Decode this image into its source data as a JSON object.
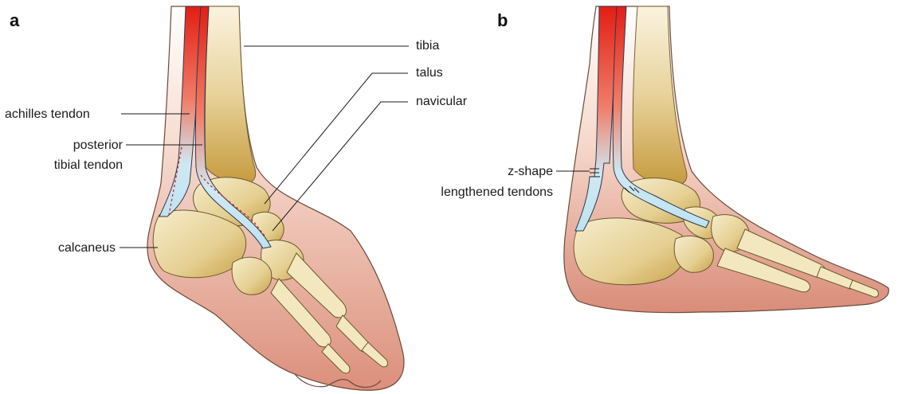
{
  "panels": {
    "a": {
      "letter": "a"
    },
    "b": {
      "letter": "b"
    }
  },
  "labels": {
    "tibia": "tibia",
    "talus": "talus",
    "navicular": "navicular",
    "achilles": "achilles tendon",
    "posterior_line1": "posterior",
    "posterior_line2": "tibial tendon",
    "calcaneus": "calcaneus",
    "zshape_line1": "z-shape",
    "zshape_line2": "lengthened tendons"
  },
  "colors": {
    "muscle": "#e52a1e",
    "tendon": "#bfe3f2",
    "bone": "#e8d49a",
    "bone_shade": "#c9a24a",
    "skin": "#f4c8b8",
    "skin_dark": "#d98c79"
  }
}
